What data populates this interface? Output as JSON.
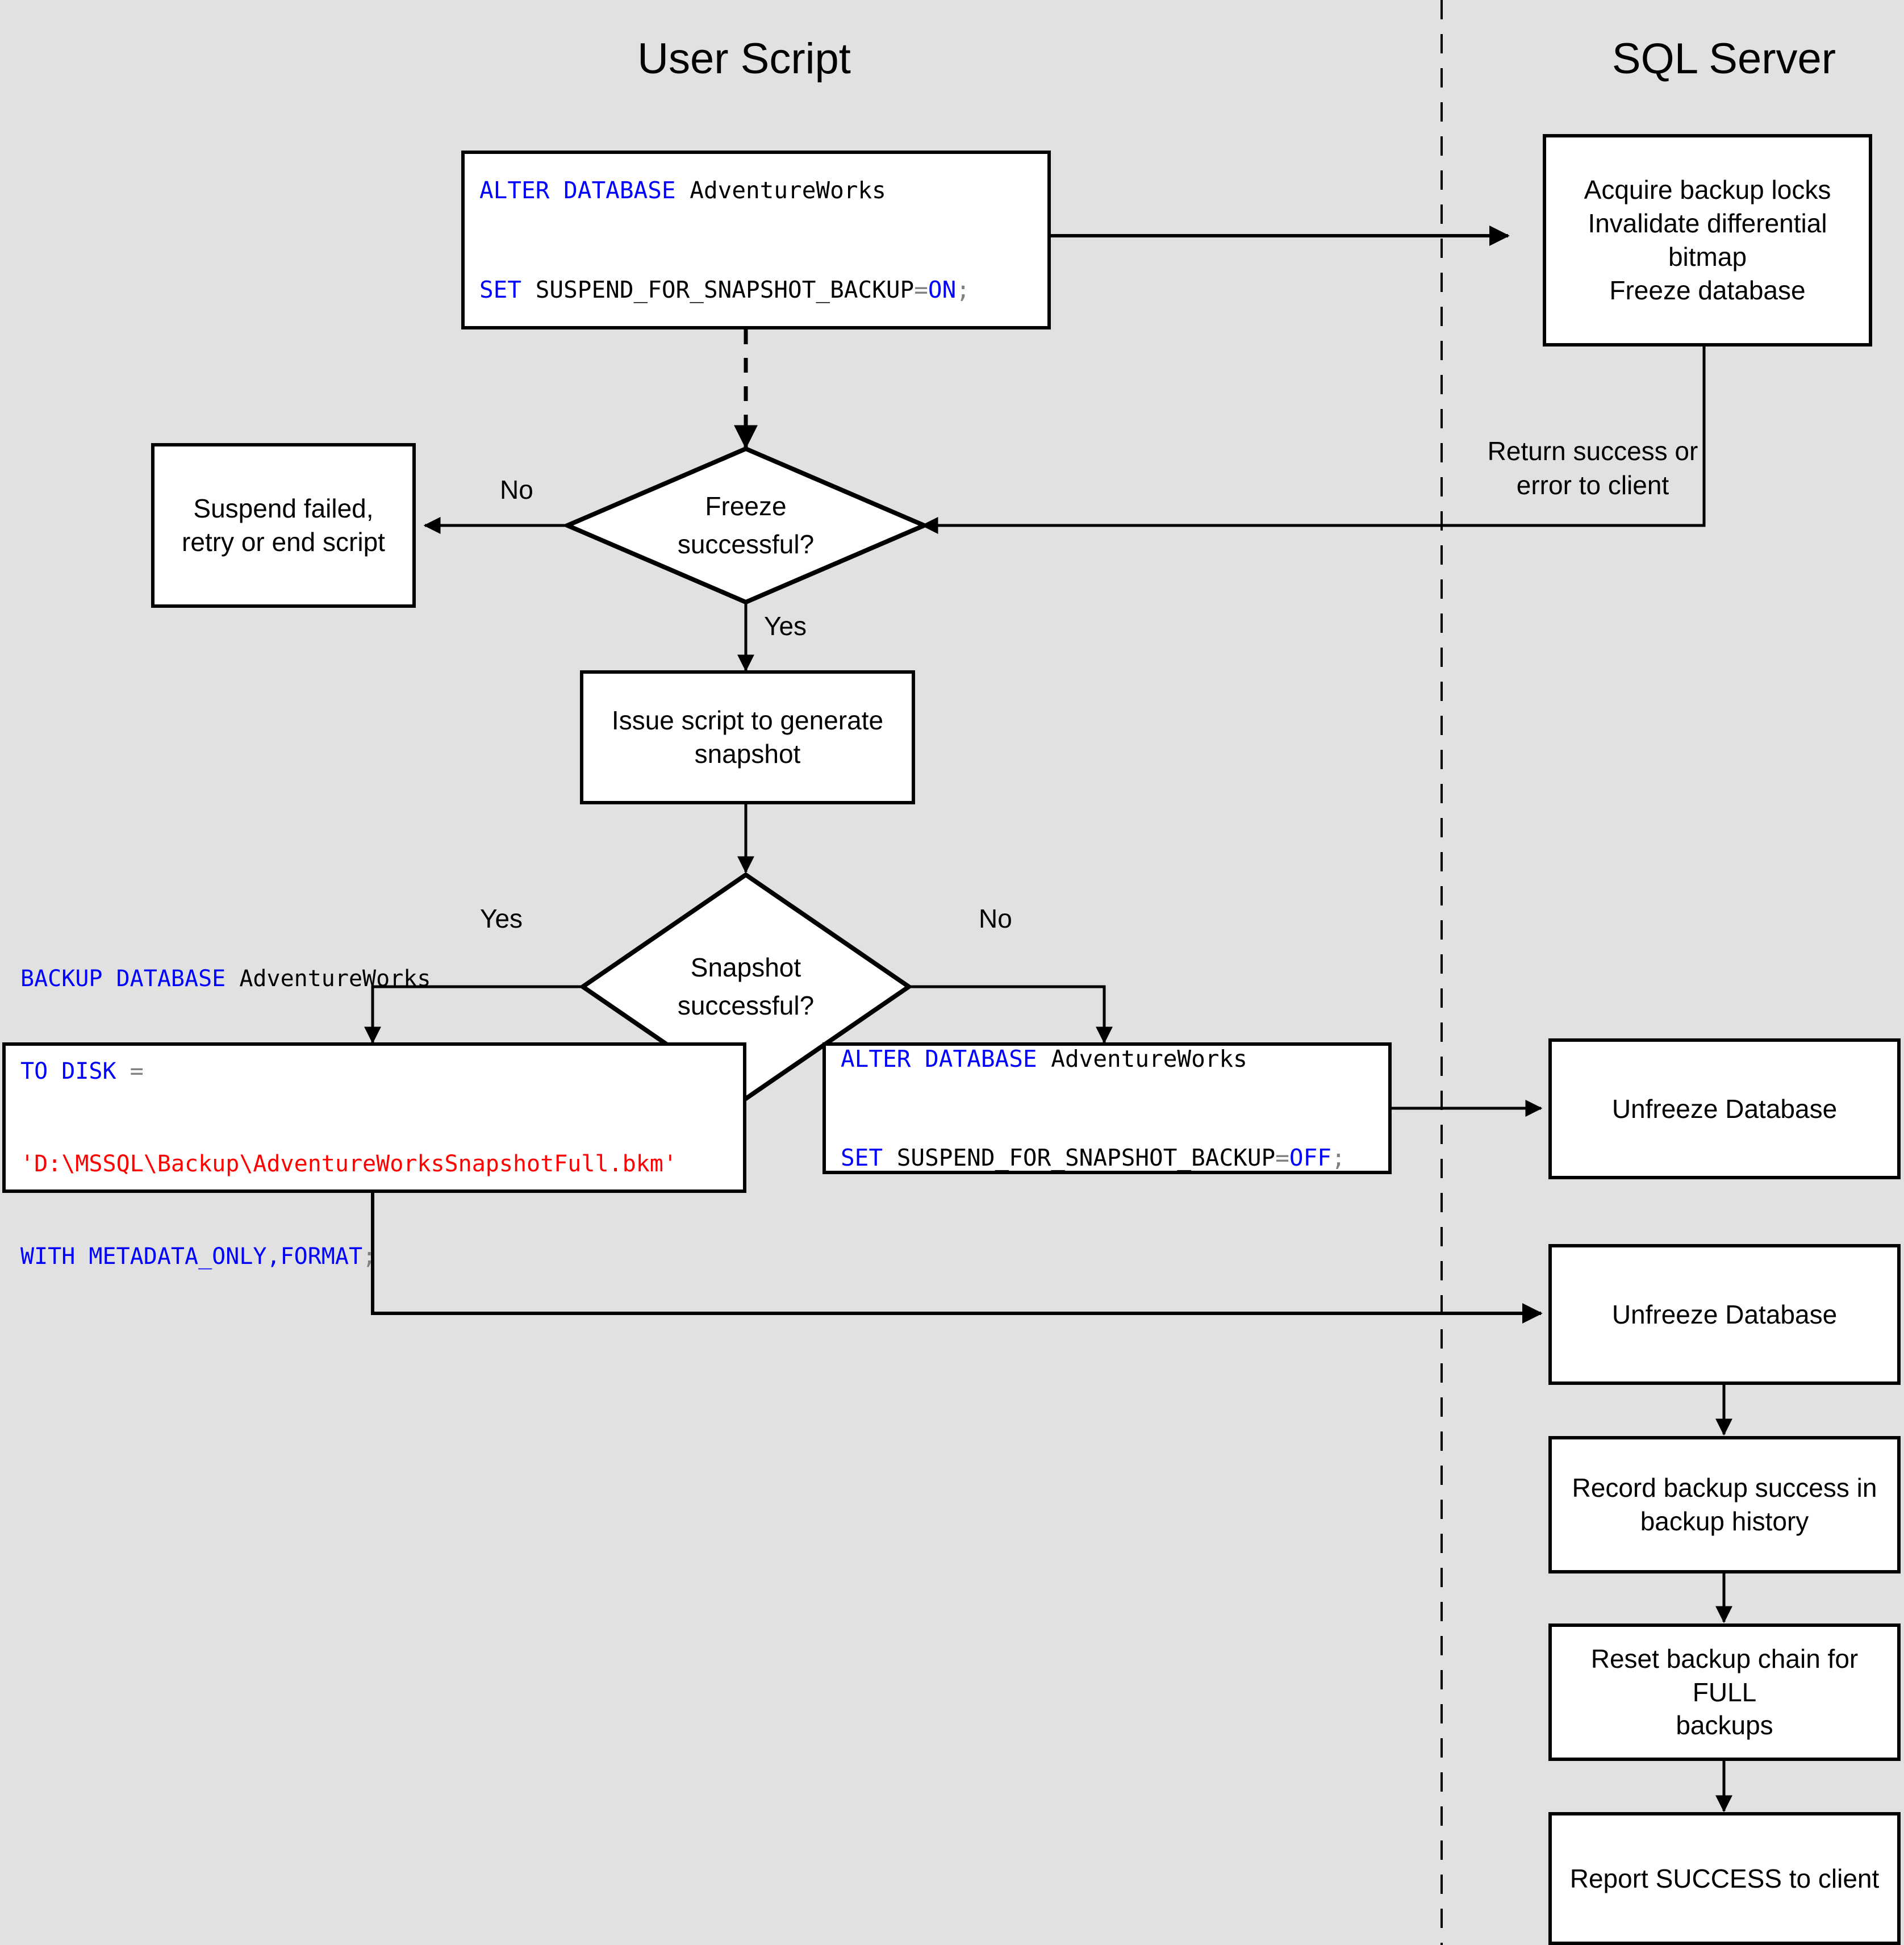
{
  "diagram": {
    "title_lane_left": "User Script",
    "title_lane_right": "SQL Server",
    "background_color": "#e1e1e1",
    "node_fill": "#ffffff",
    "node_stroke": "#000000",
    "code_colors": {
      "keyword": "#0000ff",
      "identifier": "#000000",
      "operator": "#808080",
      "string": "#ff0000",
      "punctuation": "#808080"
    }
  },
  "nodes": {
    "alter_on": {
      "line1_kw": "ALTER DATABASE",
      "line1_id": " AdventureWorks",
      "line2_kw": "SET",
      "line2_id": " SUSPEND_FOR_SNAPSHOT_BACKUP",
      "line2_op": "=",
      "line2_val": "ON",
      "line2_end": ";"
    },
    "acquire_locks": "Acquire backup locks\nInvalidate differential bitmap\nFreeze database",
    "suspend_failed": "Suspend failed,\nretry or end script",
    "freeze_decision": "Freeze\nsuccessful?",
    "issue_script": "Issue script to generate\nsnapshot",
    "snapshot_decision": "Snapshot\nsuccessful?",
    "backup_database": {
      "line1_kw": "BACKUP DATABASE",
      "line1_id": " AdventureWorks",
      "line2_kw": "TO DISK",
      "line2_op": " =",
      "line3_str": "'D:\\MSSQL\\Backup\\AdventureWorksSnapshotFull.bkm'",
      "line4_kw": "WITH METADATA_ONLY,FORMAT",
      "line4_end": ";"
    },
    "alter_off": {
      "line1_kw": "ALTER DATABASE",
      "line1_id": " AdventureWorks",
      "line2_kw": "SET",
      "line2_id": " SUSPEND_FOR_SNAPSHOT_BACKUP",
      "line2_op": "=",
      "line2_val": "OFF",
      "line2_end": ";"
    },
    "unfreeze_1": "Unfreeze Database",
    "unfreeze_2": "Unfreeze Database",
    "record_backup": "Record backup success in\nbackup history",
    "reset_chain": "Reset backup chain for FULL\nbackups",
    "report_success": "Report SUCCESS to client"
  },
  "edge_labels": {
    "return_to_client": "Return success or\nerror to client",
    "freeze_no": "No",
    "freeze_yes": "Yes",
    "snapshot_yes": "Yes",
    "snapshot_no": "No"
  }
}
